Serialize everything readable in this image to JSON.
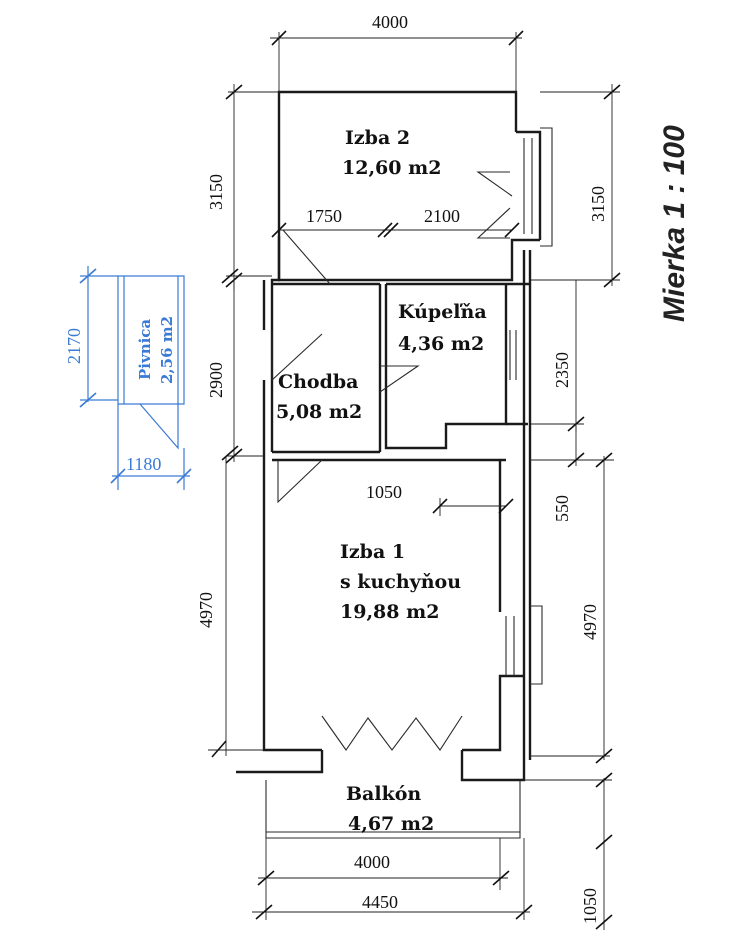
{
  "rooms": {
    "izba2": {
      "name": "Izba 2",
      "area": "12,60 m2"
    },
    "kupelna": {
      "name": "Kúpeľňa",
      "area": "4,36 m2"
    },
    "chodba": {
      "name": "Chodba",
      "area": "5,08 m2"
    },
    "izba1": {
      "name": "Izba 1",
      "subtitle": "s kuchyňou",
      "area": "19,88 m2"
    },
    "balkon": {
      "name": "Balkón",
      "area": "4,67 m2"
    },
    "pivnica": {
      "name": "Pivnica",
      "area": "2,56 m2"
    }
  },
  "dimensions": {
    "top_width": "4000",
    "izba2_left_height": "3150",
    "izba2_right_height": "3150",
    "hall_left_segment": "1750",
    "hall_right_segment": "2100",
    "middle_left_height": "2900",
    "kupelna_right_height": "2350",
    "small_gap": "550",
    "izba1_inner": "1050",
    "izba1_left_height": "4970",
    "izba1_right_height": "4970",
    "balcony_depth": "1050",
    "bottom_inner_width": "4000",
    "bottom_outer_width": "4450",
    "pivnica_height": "2170",
    "pivnica_width": "1180"
  },
  "scale": "Mierka 1 : 100",
  "colors": {
    "ink": "#1a1a1a",
    "cellar": "#3a7bd5"
  }
}
